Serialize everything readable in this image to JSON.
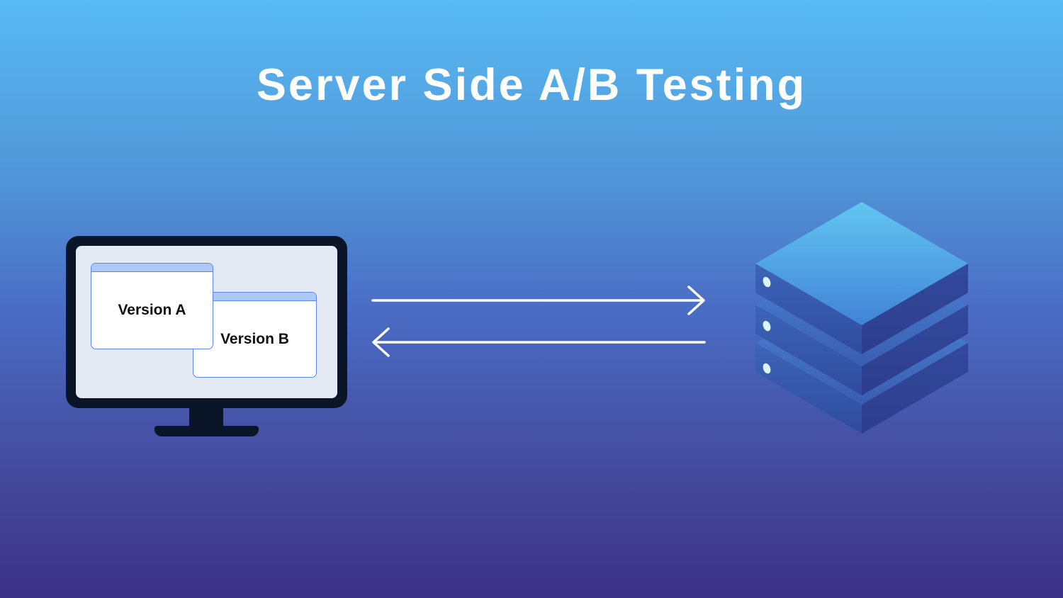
{
  "title": "Server Side A/B Testing",
  "diagram": {
    "client": {
      "device": "monitor",
      "windows": [
        {
          "label": "Version A"
        },
        {
          "label": "Version B"
        }
      ]
    },
    "flow": {
      "request_arrow_direction": "client-to-server",
      "response_arrow_direction": "server-to-client"
    },
    "server": {
      "type": "server-stack",
      "layer_count": 3
    }
  },
  "colors": {
    "background_top": "#58bbf3",
    "background_bottom": "#3c3188",
    "title_text": "#ffffff",
    "arrow": "#ffffff",
    "monitor_frame": "#0a1627",
    "monitor_screen": "#e4eaf3",
    "window_titlebar": "#adc9f7",
    "window_border": "#5d87e4",
    "window_body": "#ffffff",
    "window_label_text": "#111111",
    "server_top_face_light": "#62c6f1",
    "server_top_face_dark": "#4183d7",
    "server_lower_top_light": "#4d8bd9",
    "server_lower_top_dark": "#3a5db1",
    "server_left_face_light": "#3d64b8",
    "server_left_face_dark": "#2f4c9e",
    "server_right_face_light": "#33499c",
    "server_right_face_dark": "#2c3d8d",
    "server_led": "#d9f7fa"
  }
}
